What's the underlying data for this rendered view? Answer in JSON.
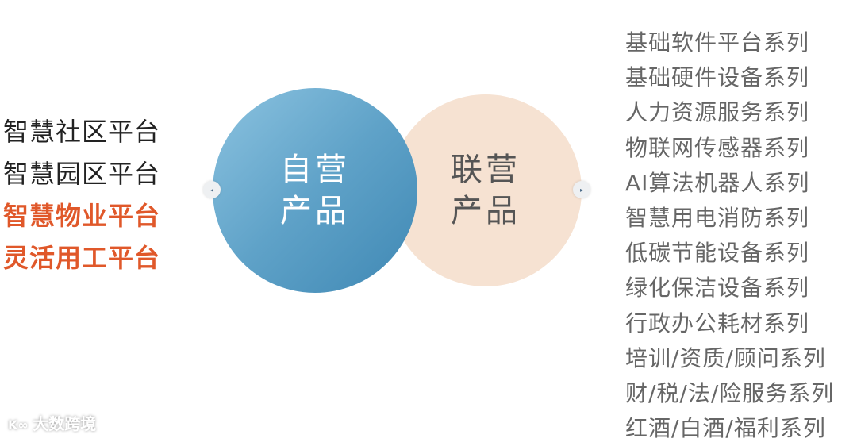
{
  "left_platforms": [
    {
      "label": "智慧社区平台",
      "highlight": false
    },
    {
      "label": "智慧园区平台",
      "highlight": false
    },
    {
      "label": "智慧物业平台",
      "highlight": true
    },
    {
      "label": "灵活用工平台",
      "highlight": true
    }
  ],
  "circles": {
    "self_operated": {
      "line1": "自营",
      "line2": "产品",
      "color": "#5fa2c8"
    },
    "joint_operated": {
      "line1": "联营",
      "line2": "产品",
      "color": "#f6e2d2"
    }
  },
  "nav": {
    "prev_icon": "◂",
    "next_icon": "▸"
  },
  "right_series": [
    "基础软件平台系列",
    "基础硬件设备系列",
    "人力资源服务系列",
    "物联网传感器系列",
    "AI算法机器人系列",
    "智慧用电消防系列",
    "低碳节能设备系列",
    "绿化保洁设备系列",
    "行政办公耗材系列",
    "培训/资质/顾问系列",
    "财/税/法/险服务系列",
    "红酒/白酒/福利系列"
  ],
  "watermark": "大数跨境",
  "highlight_color": "#e0582a"
}
